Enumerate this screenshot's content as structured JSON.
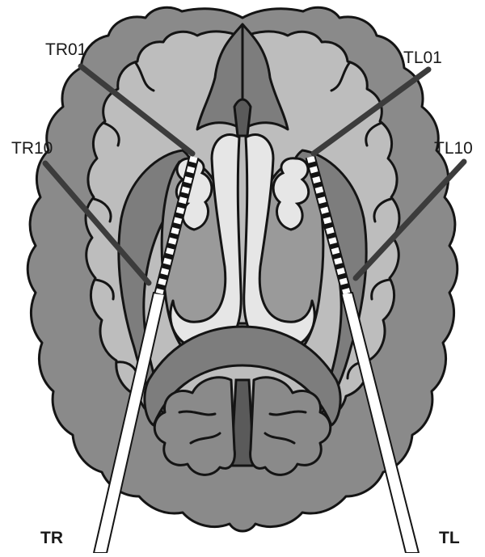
{
  "labels": {
    "tr01": "TR01",
    "tl01": "TL01",
    "tr10": "TR10",
    "tl10": "TL10",
    "tr": "TR",
    "tl": "TL"
  },
  "colors": {
    "background": "#ffffff",
    "cortex_fill": "#8a8a8a",
    "white_matter": "#bdbdbd",
    "deep_gray": "#7d7d7d",
    "ventricle": "#e6e6e6",
    "dark_midline": "#5a5a5a",
    "outline": "#141414",
    "electrode": "#ffffff",
    "leader_line": "#3c3c3c"
  }
}
